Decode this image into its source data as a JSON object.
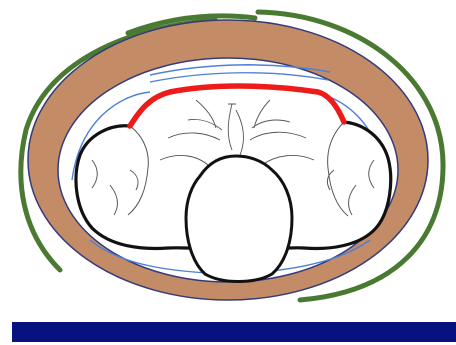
{
  "colors": {
    "background": "#ffffff",
    "outer_arc": "#4a7a32",
    "ring_fill": "#c38c67",
    "ring_outline": "#333b7a",
    "inner_cavity": "#ffffff",
    "thin_line": "#4f7fd6",
    "highlight_arc": "#ee1b1b",
    "organ_outline": "#111111",
    "detail_line": "#555555",
    "base_bar": "#07127f"
  },
  "elements": [
    {
      "name": "outer-green-arc",
      "shape": "arc"
    },
    {
      "name": "tan-outer-ring",
      "shape": "ellipse-ring"
    },
    {
      "name": "inner-cavity",
      "shape": "ellipse"
    },
    {
      "name": "blue-inner-contour",
      "shape": "curve"
    },
    {
      "name": "left-lateral-mass",
      "shape": "blob"
    },
    {
      "name": "right-lateral-mass",
      "shape": "blob"
    },
    {
      "name": "central-round-structure",
      "shape": "blob"
    },
    {
      "name": "red-highlight-arc",
      "shape": "arc"
    },
    {
      "name": "base-bar",
      "shape": "rect"
    }
  ]
}
